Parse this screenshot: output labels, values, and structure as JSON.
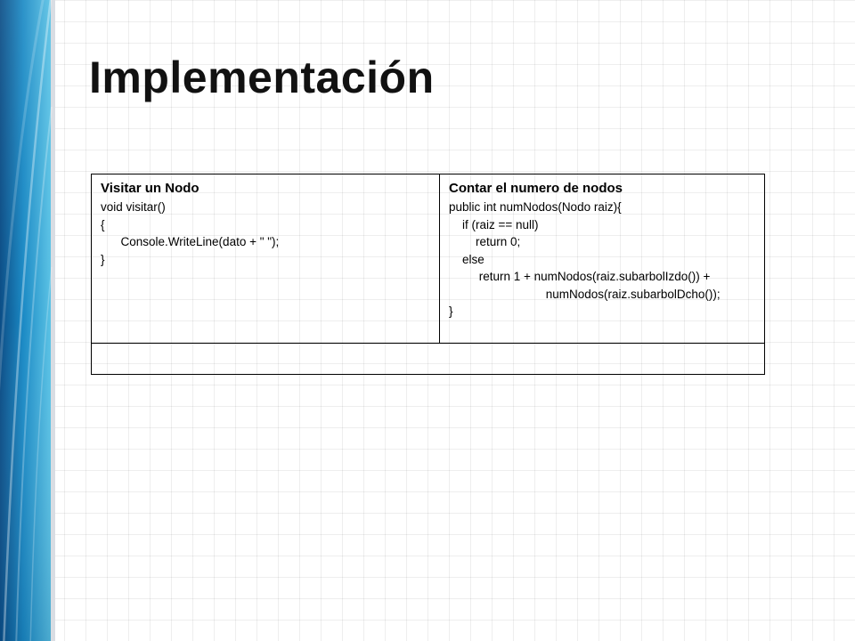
{
  "slide": {
    "title": "Implementación",
    "background": "#ffffff",
    "accent_colors": [
      "#4fb7d9",
      "#1f8bc4",
      "#0d4f8a"
    ]
  },
  "table": {
    "left_cell": {
      "heading": "Visitar  un Nodo",
      "code_lines": [
        "void visitar()",
        "{",
        "      Console.WriteLine(dato + \" \");",
        "}"
      ]
    },
    "right_cell": {
      "heading": "Contar el numero de nodos",
      "code_lines": [
        "public int numNodos(Nodo raiz){",
        "    if (raiz == null)",
        "        return 0;",
        "    else",
        "         return 1 + numNodos(raiz.subarbolIzdo()) +",
        "                             numNodos(raiz.subarbolDcho());",
        "}"
      ]
    },
    "bottom_row": ""
  }
}
